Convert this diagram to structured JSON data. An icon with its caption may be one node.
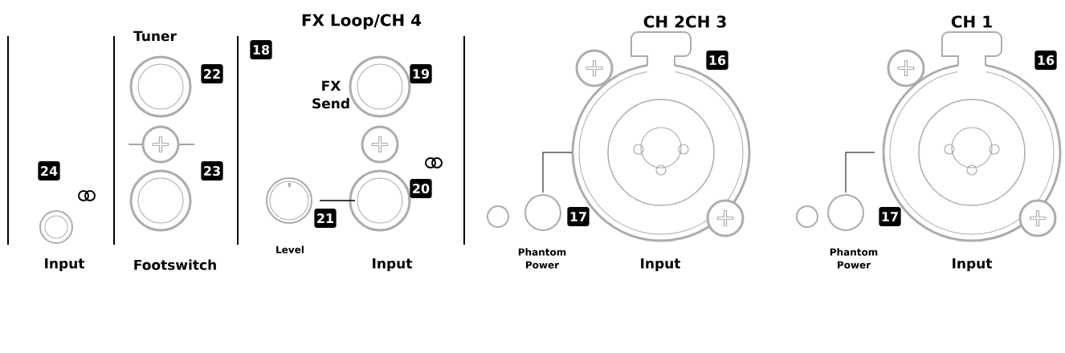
{
  "diagram": {
    "labels": [
      "Tuner",
      "FX Loop/CH 4",
      "CH 2CH 3",
      "CH 1",
      "18",
      "22",
      "19",
      "16",
      "16",
      "FX Send",
      "24",
      "23",
      "20",
      "21",
      "17",
      "17",
      "Level",
      "Phantom Power",
      "Phantom Power",
      "Input",
      "Footswitch",
      "Input",
      "Input",
      "Input"
    ]
  }
}
